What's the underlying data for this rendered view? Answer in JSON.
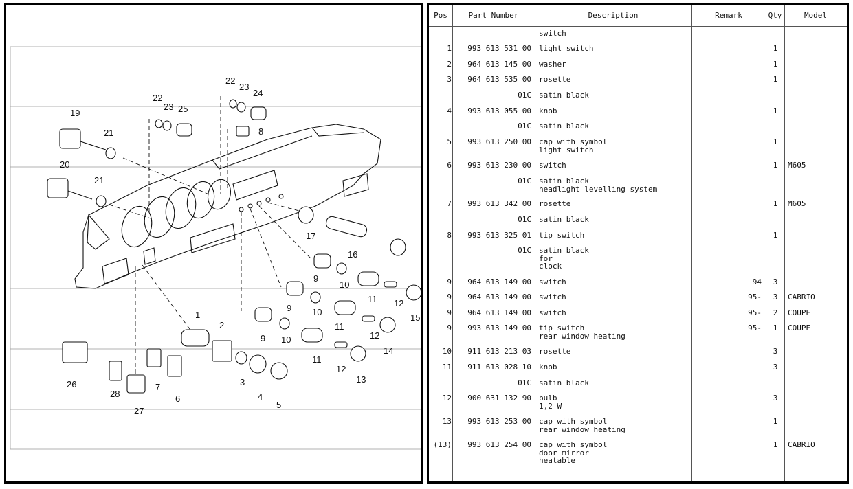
{
  "diagram": {
    "callouts": [
      "1",
      "2",
      "3",
      "4",
      "5",
      "6",
      "7",
      "8",
      "9",
      "9",
      "9",
      "10",
      "10",
      "10",
      "11",
      "11",
      "11",
      "12",
      "12",
      "12",
      "13",
      "14",
      "15",
      "16",
      "17",
      "19",
      "20",
      "21",
      "21",
      "22",
      "22",
      "23",
      "23",
      "24",
      "25",
      "26",
      "27",
      "28"
    ]
  },
  "table": {
    "headers": {
      "pos": "Pos",
      "part_number": "Part Number",
      "description": "Description",
      "remark": "Remark",
      "qty": "Qty",
      "model": "Model"
    },
    "rows": [
      {
        "pos": "",
        "pn": "",
        "desc": "switch",
        "rem": "",
        "qty": "",
        "model": ""
      },
      {
        "pos": "1",
        "pn": "993 613 531 00",
        "desc": "light switch",
        "rem": "",
        "qty": "1",
        "model": ""
      },
      {
        "pos": "2",
        "pn": "964 613 145 00",
        "desc": "washer",
        "rem": "",
        "qty": "1",
        "model": ""
      },
      {
        "pos": "3",
        "pn": "964 613 535 00",
        "desc": "rosette",
        "rem": "",
        "qty": "1",
        "model": ""
      },
      {
        "pos": "",
        "pn": "01C",
        "desc": "satin black",
        "rem": "",
        "qty": "",
        "model": ""
      },
      {
        "pos": "4",
        "pn": "993 613 055 00",
        "desc": "knob",
        "rem": "",
        "qty": "1",
        "model": ""
      },
      {
        "pos": "",
        "pn": "01C",
        "desc": "satin black",
        "rem": "",
        "qty": "",
        "model": ""
      },
      {
        "pos": "5",
        "pn": "993 613 250 00",
        "desc": "cap with symbol\nlight switch",
        "rem": "",
        "qty": "1",
        "model": ""
      },
      {
        "pos": "6",
        "pn": "993 613 230 00",
        "desc": "switch",
        "rem": "",
        "qty": "1",
        "model": "M605"
      },
      {
        "pos": "",
        "pn": "01C",
        "desc": "satin black\nheadlight levelling system",
        "rem": "",
        "qty": "",
        "model": ""
      },
      {
        "pos": "7",
        "pn": "993 613 342 00",
        "desc": "rosette",
        "rem": "",
        "qty": "1",
        "model": "M605"
      },
      {
        "pos": "",
        "pn": "01C",
        "desc": "satin black",
        "rem": "",
        "qty": "",
        "model": ""
      },
      {
        "pos": "8",
        "pn": "993 613 325 01",
        "desc": "tip switch",
        "rem": "",
        "qty": "1",
        "model": ""
      },
      {
        "pos": "",
        "pn": "01C",
        "desc": "satin black\nfor\nclock",
        "rem": "",
        "qty": "",
        "model": ""
      },
      {
        "pos": "9",
        "pn": "964 613 149 00",
        "desc": "switch",
        "rem": "94",
        "qty": "3",
        "model": ""
      },
      {
        "pos": "9",
        "pn": "964 613 149 00",
        "desc": "switch",
        "rem": "95-",
        "qty": "3",
        "model": "CABRIO"
      },
      {
        "pos": "9",
        "pn": "964 613 149 00",
        "desc": "switch",
        "rem": "95-",
        "qty": "2",
        "model": "COUPE"
      },
      {
        "pos": "9",
        "pn": "993 613 149 00",
        "desc": "tip switch\nrear window heating",
        "rem": "95-",
        "qty": "1",
        "model": "COUPE"
      },
      {
        "pos": "10",
        "pn": "911 613 213 03",
        "desc": "rosette",
        "rem": "",
        "qty": "3",
        "model": ""
      },
      {
        "pos": "11",
        "pn": "911 613 028 10",
        "desc": "knob",
        "rem": "",
        "qty": "3",
        "model": ""
      },
      {
        "pos": "",
        "pn": "01C",
        "desc": "satin black",
        "rem": "",
        "qty": "",
        "model": ""
      },
      {
        "pos": "12",
        "pn": "900 631 132 90",
        "desc": "bulb\n1,2 W",
        "rem": "",
        "qty": "3",
        "model": ""
      },
      {
        "pos": "13",
        "pn": "993 613 253 00",
        "desc": "cap with symbol\nrear window heating",
        "rem": "",
        "qty": "1",
        "model": ""
      },
      {
        "pos": "(13)",
        "pn": "993 613 254 00",
        "desc": "cap with symbol\ndoor mirror\nheatable",
        "rem": "",
        "qty": "1",
        "model": "CABRIO"
      }
    ]
  }
}
